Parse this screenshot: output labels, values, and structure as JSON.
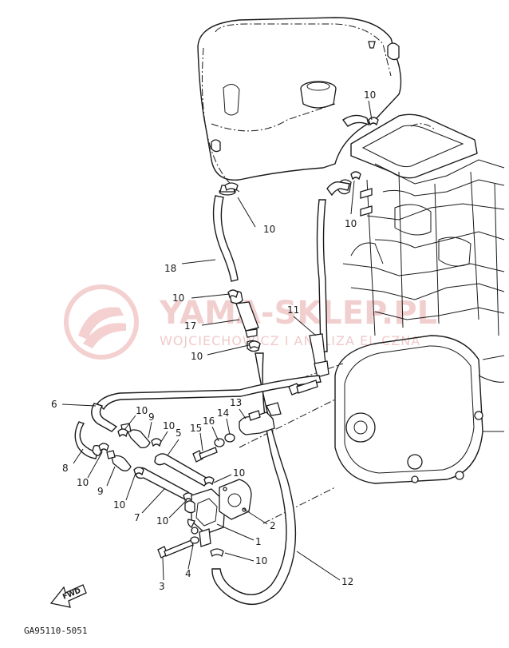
{
  "watermark": {
    "brand": "YAMA-SKLEP.PL",
    "subtitle": "WOJCIECHOWICZ I ANALIZA EL CZNA",
    "color": "#e07a7a"
  },
  "diagram_code": "GA95110-5051",
  "fwd_arrow": "FWD",
  "callouts": [
    {
      "id": "c10a",
      "label": "10"
    },
    {
      "id": "c10b",
      "label": "10"
    },
    {
      "id": "c10c",
      "label": "10"
    },
    {
      "id": "c18",
      "label": "18"
    },
    {
      "id": "c10d",
      "label": "10"
    },
    {
      "id": "c17",
      "label": "17"
    },
    {
      "id": "c10e",
      "label": "10"
    },
    {
      "id": "c11",
      "label": "11"
    },
    {
      "id": "c6",
      "label": "6"
    },
    {
      "id": "c10f",
      "label": "10"
    },
    {
      "id": "c9a",
      "label": "9"
    },
    {
      "id": "c10g",
      "label": "10"
    },
    {
      "id": "c5",
      "label": "5"
    },
    {
      "id": "c15",
      "label": "15"
    },
    {
      "id": "c16",
      "label": "16"
    },
    {
      "id": "c14",
      "label": "14"
    },
    {
      "id": "c13",
      "label": "13"
    },
    {
      "id": "c8",
      "label": "8"
    },
    {
      "id": "c10h",
      "label": "10"
    },
    {
      "id": "c9b",
      "label": "9"
    },
    {
      "id": "c10i",
      "label": "10"
    },
    {
      "id": "c7",
      "label": "7"
    },
    {
      "id": "c10j",
      "label": "10"
    },
    {
      "id": "c10k",
      "label": "10"
    },
    {
      "id": "c2",
      "label": "2"
    },
    {
      "id": "c1",
      "label": "1"
    },
    {
      "id": "c10l",
      "label": "10"
    },
    {
      "id": "c3",
      "label": "3"
    },
    {
      "id": "c4",
      "label": "4"
    },
    {
      "id": "c12",
      "label": "12"
    }
  ]
}
